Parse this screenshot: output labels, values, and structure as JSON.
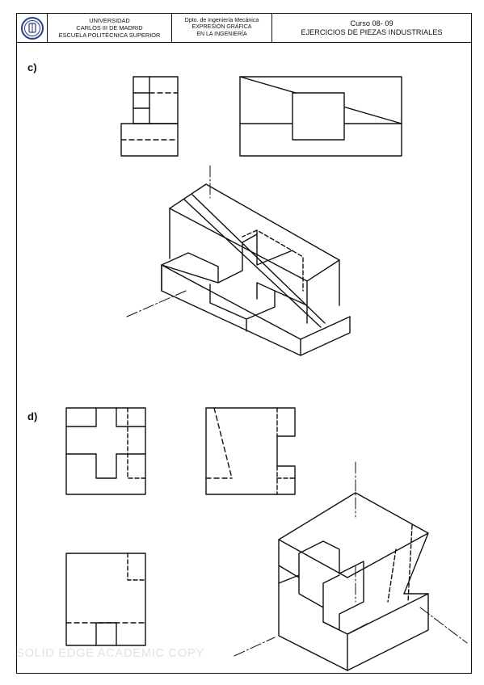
{
  "header": {
    "university_lines": [
      "UNIVERSIDAD",
      "CARLOS III DE MADRID",
      "ESCUELA POLITÉCNICA SUPERIOR"
    ],
    "department_lines": [
      "Dpto. de Ingeniería Mecánica",
      "EXPRESIÓN GRÁFICA",
      "EN LA INGENIERÍA"
    ],
    "course_lines": [
      "Curso 08- 09",
      "EJERCICIOS DE PIEZAS INDUSTRIALES"
    ]
  },
  "sections": {
    "c_label": "c)",
    "d_label": "d)"
  },
  "watermark": "SOLID EDGE ACADEMIC COPY"
}
